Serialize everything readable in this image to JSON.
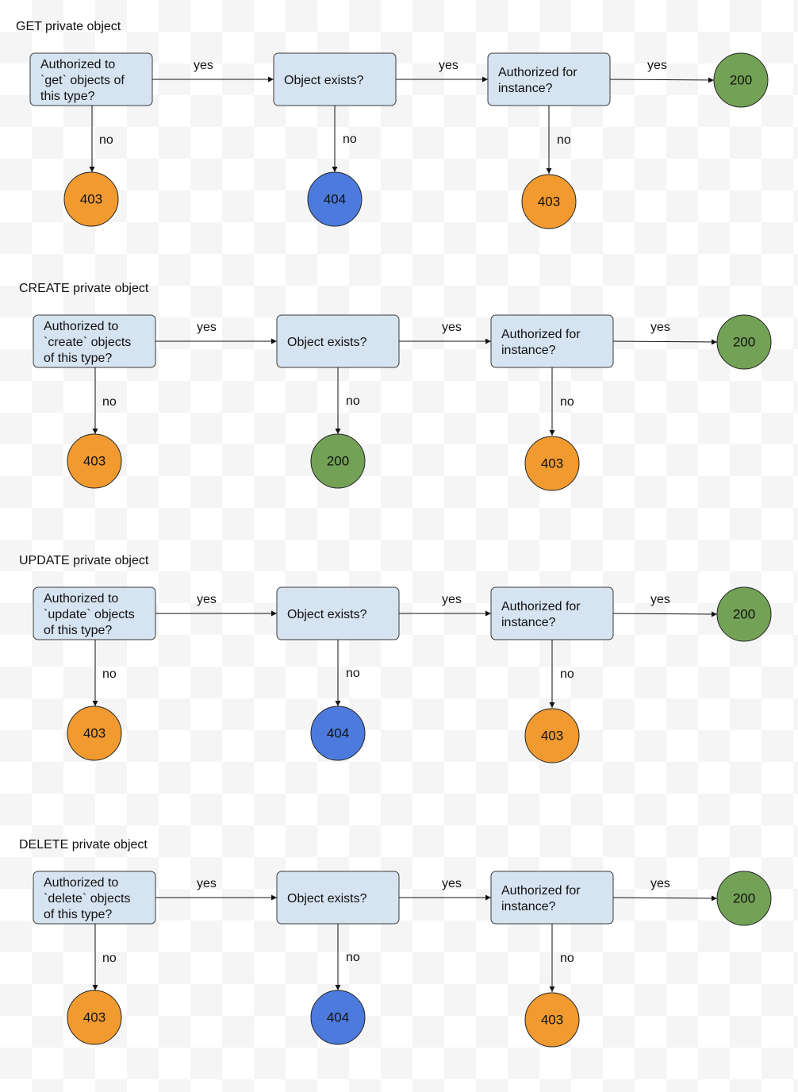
{
  "colors": {
    "box_fill": "#d6e3f0",
    "orange": "#f09a30",
    "blue": "#4c7bdd",
    "green": "#73a257"
  },
  "labels": {
    "yes": "yes",
    "no": "no"
  },
  "flows": [
    {
      "title": "GET private object",
      "q1": [
        "Authorized to",
        "`get` objects of",
        "this type?"
      ],
      "q2": [
        "Object exists?"
      ],
      "q3": [
        "Authorized for",
        "instance?"
      ],
      "r1": {
        "code": "403",
        "color": "orange"
      },
      "r2": {
        "code": "404",
        "color": "blue"
      },
      "r3": {
        "code": "403",
        "color": "orange"
      },
      "r4": {
        "code": "200",
        "color": "green"
      }
    },
    {
      "title": "CREATE private object",
      "q1": [
        "Authorized to",
        "`create` objects",
        "of this type?"
      ],
      "q2": [
        "Object exists?"
      ],
      "q3": [
        "Authorized for",
        "instance?"
      ],
      "r1": {
        "code": "403",
        "color": "orange"
      },
      "r2": {
        "code": "200",
        "color": "green"
      },
      "r3": {
        "code": "403",
        "color": "orange"
      },
      "r4": {
        "code": "200",
        "color": "green"
      }
    },
    {
      "title": "UPDATE private object",
      "q1": [
        "Authorized to",
        "`update` objects",
        "of this type?"
      ],
      "q2": [
        "Object exists?"
      ],
      "q3": [
        "Authorized for",
        "instance?"
      ],
      "r1": {
        "code": "403",
        "color": "orange"
      },
      "r2": {
        "code": "404",
        "color": "blue"
      },
      "r3": {
        "code": "403",
        "color": "orange"
      },
      "r4": {
        "code": "200",
        "color": "green"
      }
    },
    {
      "title": "DELETE private object",
      "q1": [
        "Authorized to",
        "`delete` objects",
        "of this type?"
      ],
      "q2": [
        "Object exists?"
      ],
      "q3": [
        "Authorized for",
        "instance?"
      ],
      "r1": {
        "code": "403",
        "color": "orange"
      },
      "r2": {
        "code": "404",
        "color": "blue"
      },
      "r3": {
        "code": "403",
        "color": "orange"
      },
      "r4": {
        "code": "200",
        "color": "green"
      }
    }
  ]
}
